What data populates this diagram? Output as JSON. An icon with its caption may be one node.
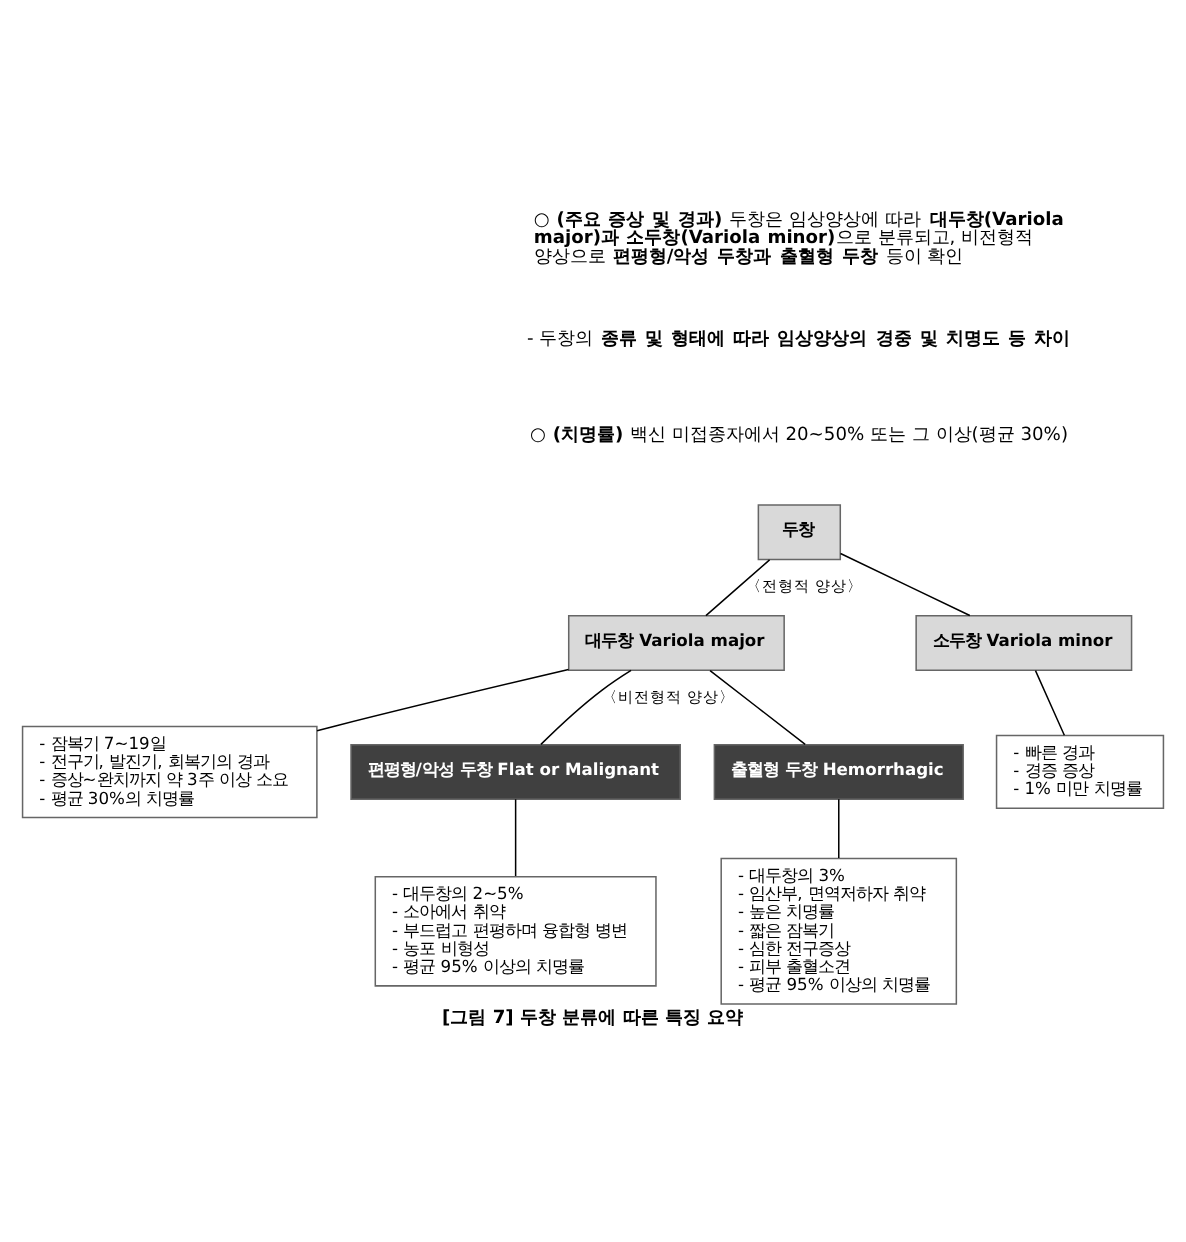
{
  "diagram": {
    "caption": "[그림 7] 두창 분류에 따른 특징 요약",
    "nodes": [
      {
        "text": [
          "두창"
        ]
      },
      {
        "text": [
          "대두창 Variola major"
        ]
      },
      {
        "text": [
          "소두창 Variola minor"
        ]
      },
      {
        "text": [
          "- 잠복기 7~19일",
          "- 전구기, 발진기, 회복기의 경과",
          "- 증상~완치까지 약 3주 이상 소요",
          "- 평균 30%의 치명률"
        ]
      },
      {
        "text": [
          "- 빠른 경과",
          "- 경증 증상",
          "- 1% 미만 치명률"
        ]
      },
      {
        "text": [
          "편평형/악성 두창 Flat or Malignant"
        ]
      },
      {
        "text": [
          "출혈형 두창 Hemorrhagic"
        ]
      },
      {
        "text": [
          "- 대두창의 2~5%",
          "- 소아에서 취약",
          "- 부드럽고 편평하며 융합형 병변",
          "- 농포 비형성",
          "- 평균 95% 이상의 치명률"
        ]
      },
      {
        "text": [
          "- 대두창의 3%",
          "- 임산부, 면역저하자 취약",
          "- 높은 치명률",
          "- 짧은 잠복기",
          "- 심한 전구증상",
          "- 피부 출혈소견",
          "- 평균 95% 이상의 치명률"
        ]
      }
    ],
    "edges": [
      {
        "from": 0,
        "to": 1,
        "arrow": "none",
        "label": "〈전형적 양상〉"
      },
      {
        "from": 0,
        "to": 2,
        "arrow": "none"
      },
      {
        "from": 1,
        "to": 3,
        "arrow": "none"
      },
      {
        "from": 2,
        "to": 4,
        "arrow": "none"
      },
      {
        "from": 1,
        "to": 5,
        "arrow": "none",
        "label": "〈비전형적 양상〉"
      },
      {
        "from": 1,
        "to": 6,
        "arrow": "none"
      },
      {
        "from": 5,
        "to": 7,
        "arrow": "none"
      },
      {
        "from": 6,
        "to": 8,
        "arrow": "none"
      }
    ],
    "labels": [
      "○ **(주요 증상 및 경과)** 두창은 임상양상에 따라 **대두창(Variola major)과 소두창(Variola minor)**으로 분류되고, 비전형적 양상으로 **편평형/악성 두창과 출혈형 두창** 등이 확인",
      "- 두창의 **종류 및 형태에 따라 임상양상의 경중 및 치명도 등 차이**",
      "○ **(치명률)** 백신 미접종자에서 20~50% 또는 그 이상(평균 30%)"
    ]
  }
}
